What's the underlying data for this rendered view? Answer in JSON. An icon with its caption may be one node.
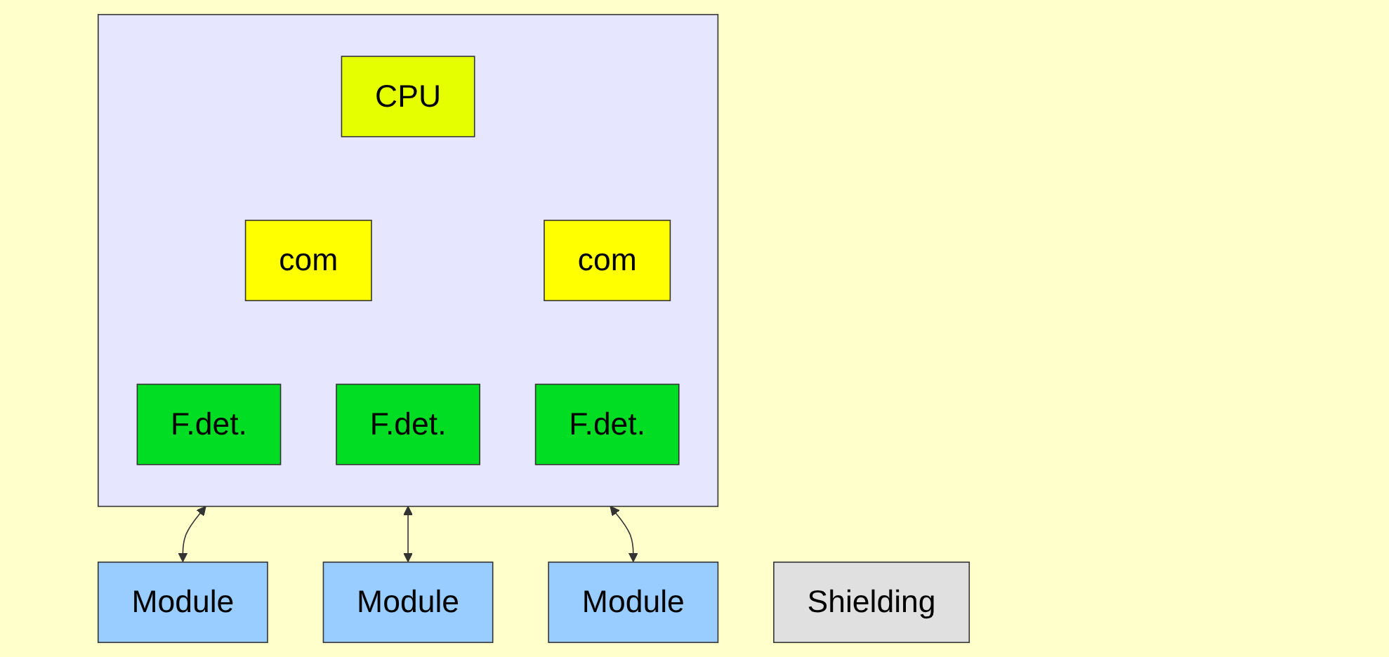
{
  "diagram": {
    "nodes": [
      {
        "text": [],
        "shape": "box"
      },
      {
        "text": [
          "CPU"
        ],
        "in": 0
      },
      {
        "text": [
          "com"
        ],
        "in": 0
      },
      {
        "text": [
          "com"
        ],
        "in": 0
      },
      {
        "text": [
          "F.det."
        ],
        "in": 0
      },
      {
        "text": [
          "F.det."
        ],
        "in": 0
      },
      {
        "text": [
          "F.det."
        ],
        "in": 0
      },
      {
        "text": [
          "Module"
        ]
      },
      {
        "text": [
          "Module"
        ]
      },
      {
        "text": [
          "Module"
        ]
      },
      {
        "text": [
          "Shielding"
        ]
      }
    ],
    "edges": [
      {
        "from": 7,
        "to": 0,
        "arrow": "both"
      },
      {
        "from": 8,
        "to": 0,
        "arrow": "both"
      },
      {
        "from": 9,
        "to": 0,
        "arrow": "both"
      }
    ]
  }
}
